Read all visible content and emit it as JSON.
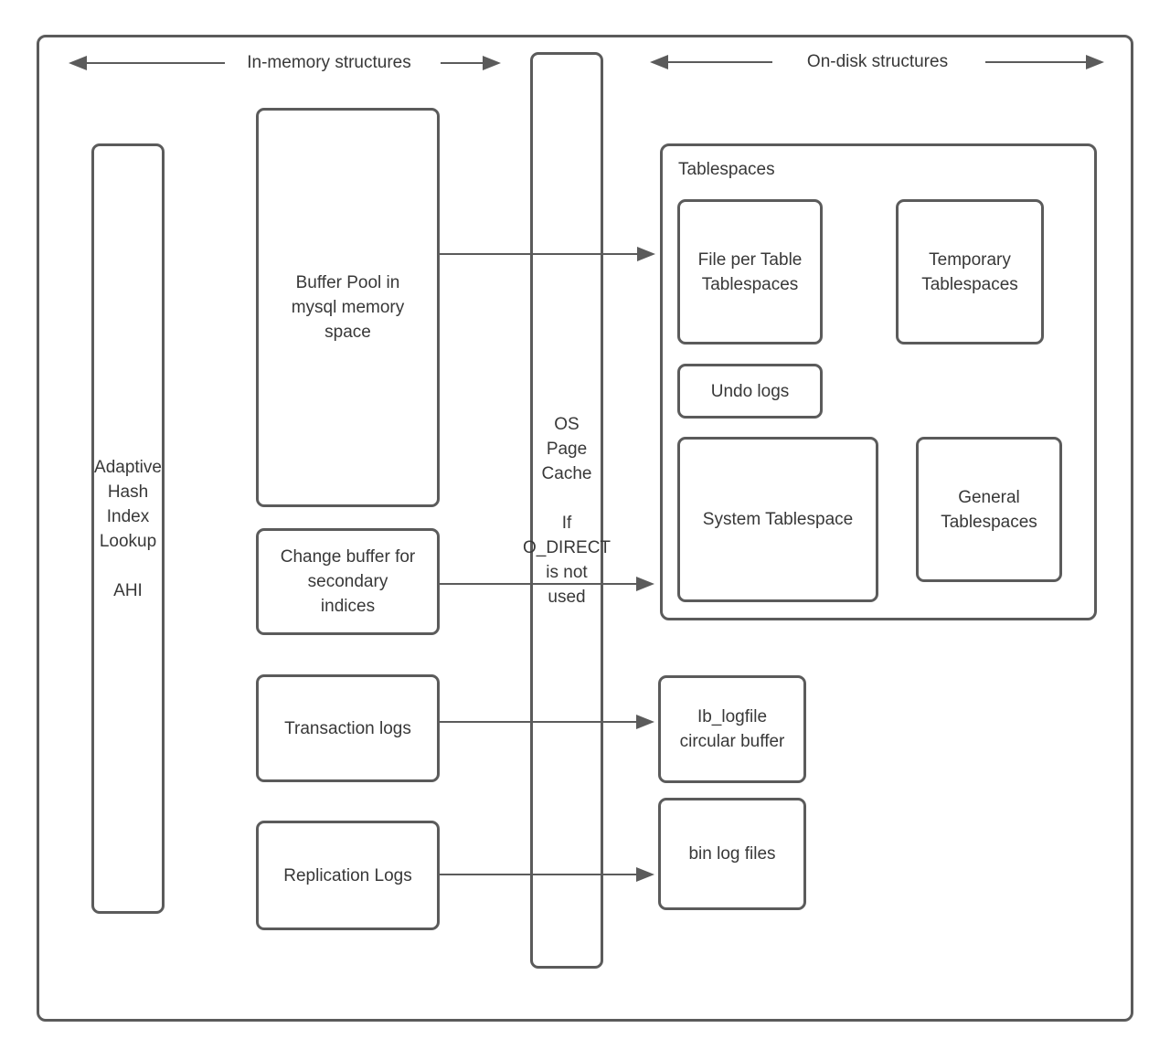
{
  "header": {
    "in_memory_label": "In-memory structures",
    "on_disk_label": "On-disk structures"
  },
  "nodes": {
    "ahi": "Adaptive\nHash\nIndex\nLookup\n\nAHI",
    "buffer_pool": "Buffer Pool in\nmysql memory\nspace",
    "change_buffer": "Change buffer for\nsecondary\nindices",
    "transaction_logs": "Transaction logs",
    "replication_logs": "Replication Logs",
    "os_page_cache": "OS\nPage\nCache\n\nIf\nO_DIRECT\nis not\nused",
    "tablespaces_title": "Tablespaces",
    "file_per_table": "File per Table\nTablespaces",
    "temporary_tablespaces": "Temporary\nTablespaces",
    "undo_logs": "Undo logs",
    "system_tablespace": "System Tablespace",
    "general_tablespaces": "General\nTablespaces",
    "ib_logfile": "Ib_logfile\ncircular buffer",
    "bin_log_files": "bin log files"
  },
  "colors": {
    "stroke": "#5b5b5b",
    "text": "#383838",
    "background": "#ffffff"
  }
}
